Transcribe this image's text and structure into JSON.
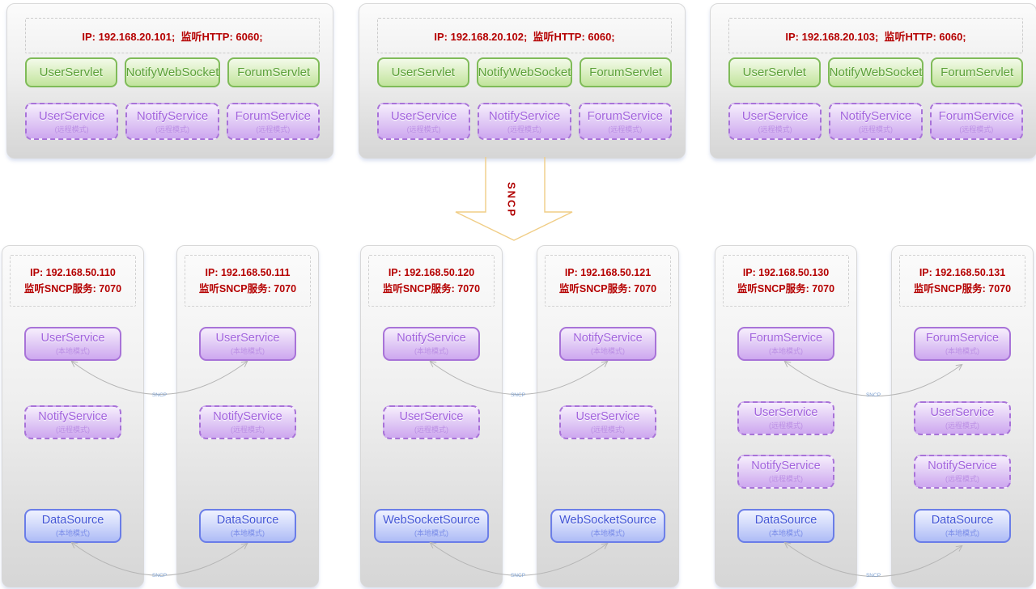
{
  "colors": {
    "ip_text": "#b50000",
    "green_border": "#7fbb58",
    "green_text": "#5ca139",
    "purple_border": "#a873d8",
    "purple_text": "#a263dd",
    "blue_border": "#6a7de8",
    "blue_text": "#4355d6",
    "panel_gradient_top": "#fbfbfb",
    "panel_gradient_bottom": "#d6d6d6",
    "arrow_outline": "#f0cd85",
    "connector_line": "#b5b5b5",
    "connector_label_color": "#7fa3d4"
  },
  "sncp_arrow": {
    "label": "SNCP"
  },
  "connector_label": "SNCP",
  "top_servers": [
    {
      "header": "IP: 192.168.20.101;  监听HTTP: 6060;",
      "servlets": [
        "UserServlet",
        "NotifyWebSocket",
        "ForumServlet"
      ],
      "services": [
        {
          "name": "UserService",
          "mode": "(远程模式)"
        },
        {
          "name": "NotifyService",
          "mode": "(远程模式)"
        },
        {
          "name": "ForumService",
          "mode": "(远程模式)"
        }
      ]
    },
    {
      "header": "IP: 192.168.20.102;  监听HTTP: 6060;",
      "servlets": [
        "UserServlet",
        "NotifyWebSocket",
        "ForumServlet"
      ],
      "services": [
        {
          "name": "UserService",
          "mode": "(远程模式)"
        },
        {
          "name": "NotifyService",
          "mode": "(远程模式)"
        },
        {
          "name": "ForumService",
          "mode": "(远程模式)"
        }
      ]
    },
    {
      "header": "IP: 192.168.20.103;  监听HTTP: 6060;",
      "servlets": [
        "UserServlet",
        "NotifyWebSocket",
        "ForumServlet"
      ],
      "services": [
        {
          "name": "UserService",
          "mode": "(远程模式)"
        },
        {
          "name": "NotifyService",
          "mode": "(远程模式)"
        },
        {
          "name": "ForumService",
          "mode": "(远程模式)"
        }
      ]
    }
  ],
  "bottom_servers": [
    {
      "ip_line1": "IP: 192.168.50.110",
      "ip_line2": "监听SNCP服务: 7070",
      "nodes": [
        {
          "name": "UserService",
          "mode": "(本地模式)"
        },
        {
          "name": "NotifyService",
          "mode": "(远程模式)"
        },
        {
          "name": "DataSource",
          "mode": "(本地模式)"
        }
      ]
    },
    {
      "ip_line1": "IP: 192.168.50.111",
      "ip_line2": "监听SNCP服务: 7070",
      "nodes": [
        {
          "name": "UserService",
          "mode": "(本地模式)"
        },
        {
          "name": "NotifyService",
          "mode": "(远程模式)"
        },
        {
          "name": "DataSource",
          "mode": "(本地模式)"
        }
      ]
    },
    {
      "ip_line1": "IP: 192.168.50.120",
      "ip_line2": "监听SNCP服务: 7070",
      "nodes": [
        {
          "name": "NotifyService",
          "mode": "(本地模式)"
        },
        {
          "name": "UserService",
          "mode": "(远程模式)"
        },
        {
          "name": "WebSocketSource",
          "mode": "(本地模式)"
        }
      ]
    },
    {
      "ip_line1": "IP: 192.168.50.121",
      "ip_line2": "监听SNCP服务: 7070",
      "nodes": [
        {
          "name": "NotifyService",
          "mode": "(本地模式)"
        },
        {
          "name": "UserService",
          "mode": "(远程模式)"
        },
        {
          "name": "WebSocketSource",
          "mode": "(本地模式)"
        }
      ]
    },
    {
      "ip_line1": "IP: 192.168.50.130",
      "ip_line2": "监听SNCP服务: 7070",
      "nodes": [
        {
          "name": "ForumService",
          "mode": "(本地模式)"
        },
        {
          "name": "UserService",
          "mode": "(远程模式)"
        },
        {
          "name": "NotifyService",
          "mode": "(远程模式)"
        },
        {
          "name": "DataSource",
          "mode": "(本地模式)"
        }
      ]
    },
    {
      "ip_line1": "IP: 192.168.50.131",
      "ip_line2": "监听SNCP服务: 7070",
      "nodes": [
        {
          "name": "ForumService",
          "mode": "(本地模式)"
        },
        {
          "name": "UserService",
          "mode": "(远程模式)"
        },
        {
          "name": "NotifyService",
          "mode": "(远程模式)"
        },
        {
          "name": "DataSource",
          "mode": "(本地模式)"
        }
      ]
    }
  ]
}
